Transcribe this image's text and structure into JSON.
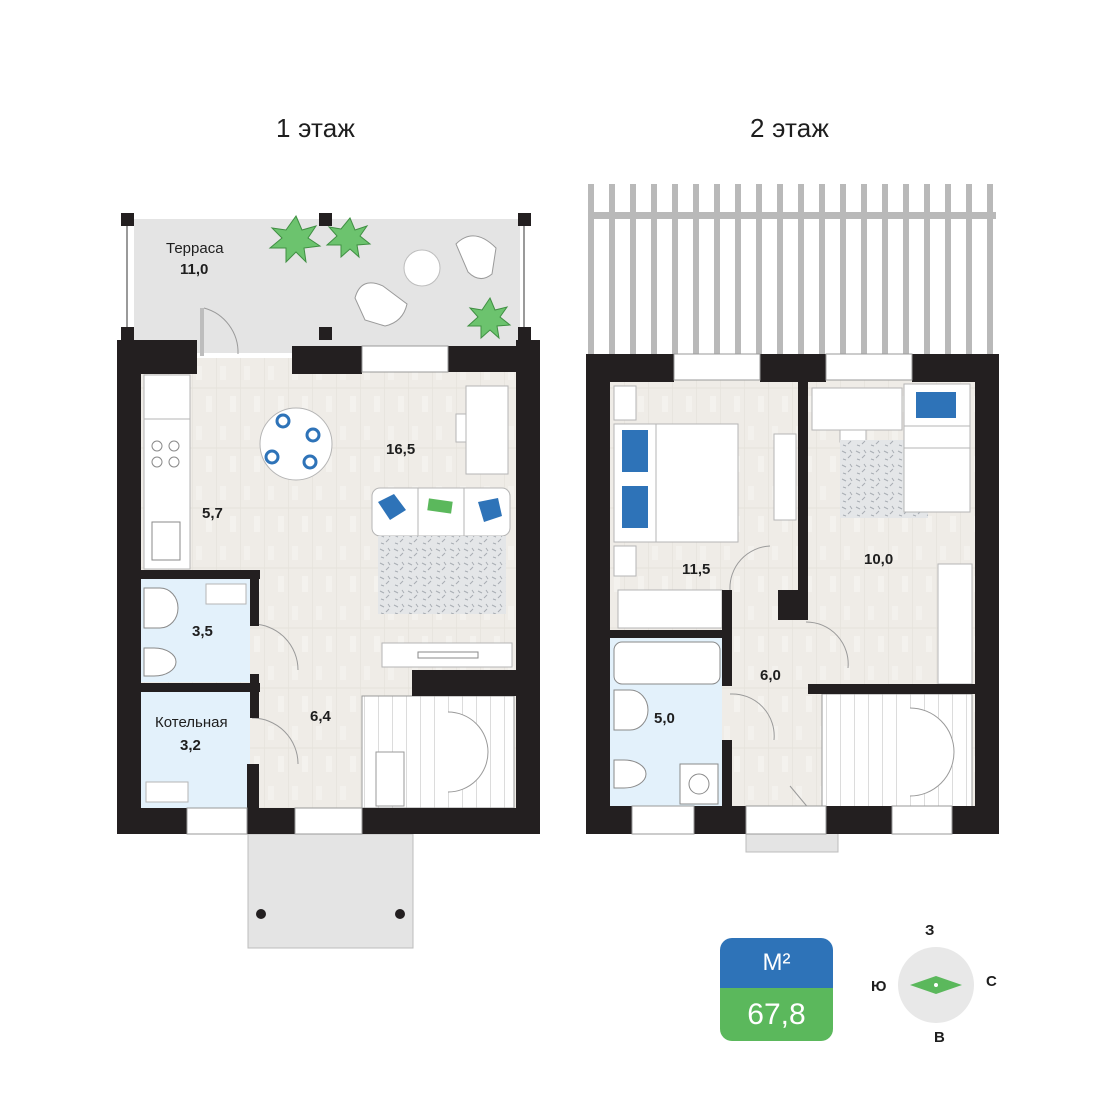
{
  "floors": [
    {
      "title": "1 этаж"
    },
    {
      "title": "2 этаж"
    }
  ],
  "rooms": {
    "terrace": {
      "name": "Терраса",
      "area": "11,0"
    },
    "kitchen": {
      "area": "5,7"
    },
    "living": {
      "area": "16,5"
    },
    "bathroom1": {
      "area": "3,5"
    },
    "boiler": {
      "name": "Котельная",
      "area": "3,2"
    },
    "hall1": {
      "area": "6,4"
    },
    "bedroom1": {
      "area": "11,5"
    },
    "bedroom2": {
      "area": "10,0"
    },
    "bathroom2": {
      "area": "5,0"
    },
    "hall2": {
      "area": "6,0"
    }
  },
  "total_area": {
    "unit": "М²",
    "value": "67,8"
  },
  "compass": {
    "north": "З",
    "east": "С",
    "south": "В",
    "west": "Ю"
  },
  "colors": {
    "wall": "#231f20",
    "floor_wood": "#efece7",
    "tile": "#e3f1fb",
    "terrace": "#e4e4e4",
    "accent_blue": "#2e73b8",
    "accent_green": "#5bb85c",
    "plant": "#6cc36e"
  }
}
